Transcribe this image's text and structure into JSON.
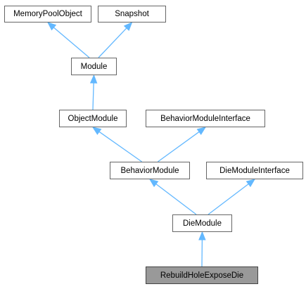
{
  "colors": {
    "edge": "#63b8ff",
    "node_border": "#666666",
    "node_fill": "#ffffff",
    "current_fill": "#999999"
  },
  "nodes": {
    "memory_pool_object": "MemoryPoolObject",
    "snapshot": "Snapshot",
    "module": "Module",
    "object_module": "ObjectModule",
    "behavior_module_interface": "BehaviorModuleInterface",
    "behavior_module": "BehaviorModule",
    "die_module_interface": "DieModuleInterface",
    "die_module": "DieModule",
    "rebuild_hole_expose_die": "RebuildHoleExposeDie"
  },
  "edges": [
    {
      "from": "module",
      "to": "memory_pool_object"
    },
    {
      "from": "module",
      "to": "snapshot"
    },
    {
      "from": "object_module",
      "to": "module"
    },
    {
      "from": "behavior_module",
      "to": "object_module"
    },
    {
      "from": "behavior_module",
      "to": "behavior_module_interface"
    },
    {
      "from": "die_module",
      "to": "behavior_module"
    },
    {
      "from": "die_module",
      "to": "die_module_interface"
    },
    {
      "from": "rebuild_hole_expose_die",
      "to": "die_module"
    }
  ]
}
